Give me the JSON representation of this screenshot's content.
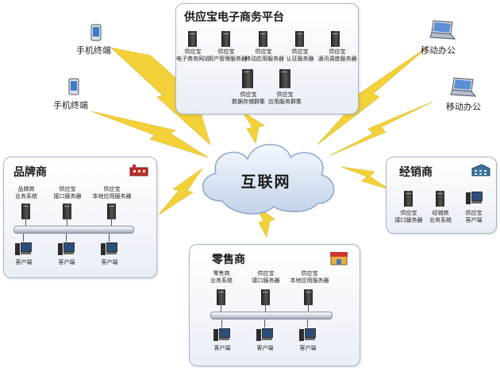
{
  "ecommerce": {
    "title": "供应宝电子商务平台",
    "servers": [
      "供应宝\n电子商务网站",
      "供应宝\n用户管理服务器",
      "供应宝\n移动应用服务器",
      "供应宝\n认证服务器",
      "供应宝\n通讯调度服务器"
    ],
    "clusters": [
      "供应宝\n数据存储群集",
      "供应宝\n应用服务群集"
    ]
  },
  "cloud": {
    "label": "互联网"
  },
  "mobile_left": [
    "手机终端",
    "手机终端"
  ],
  "mobile_right": [
    "移动办公",
    "移动办公"
  ],
  "brand": {
    "title": "品牌商",
    "servers": [
      "品牌商\n业务系统",
      "供应宝\n接口服务器",
      "供应宝\n本地应用服务器"
    ],
    "clients": [
      "客户端",
      "客户端",
      "客户端"
    ]
  },
  "dealer": {
    "title": "经销商",
    "servers": [
      "供应宝\n接口服务器",
      "经销商\n业务系统",
      "供应宝\n客户端"
    ]
  },
  "retail": {
    "title": "零售商",
    "servers": [
      "零售商\n业务系统",
      "供应宝\n接口服务器",
      "供应宝\n本地应用服务器"
    ],
    "clients": [
      "客户端",
      "客户端",
      "客户端"
    ]
  }
}
